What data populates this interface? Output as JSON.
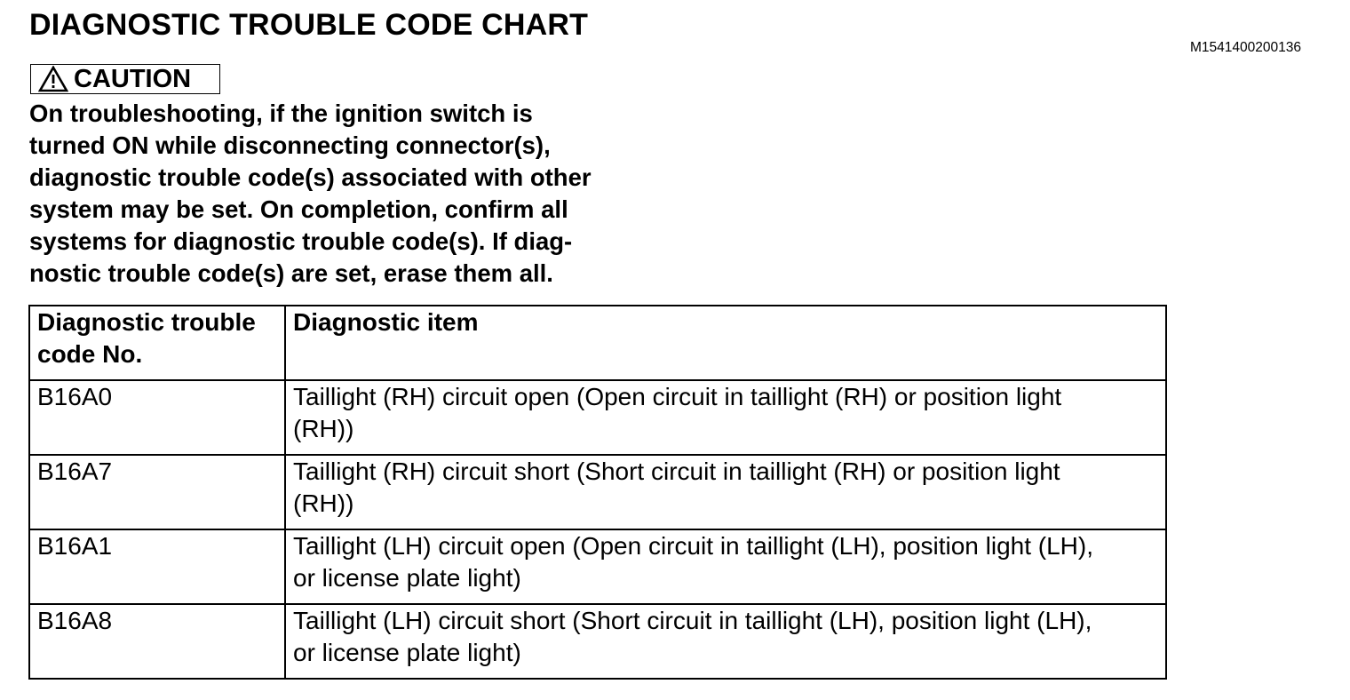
{
  "header": {
    "title": "DIAGNOSTIC TROUBLE CODE CHART",
    "doc_id": "M1541400200136"
  },
  "caution": {
    "label": "CAUTION",
    "icon": "warning-triangle-icon",
    "lines": [
      "On troubleshooting, if the ignition switch is",
      "turned ON while disconnecting connector(s),",
      "diagnostic trouble code(s) associated with other",
      "system may be set. On completion, confirm all",
      "systems for diagnostic trouble code(s). If diag-",
      "nostic trouble code(s) are set, erase them all."
    ]
  },
  "table": {
    "headers": {
      "code_line1": "Diagnostic trouble",
      "code_line2": "code No.",
      "item": "Diagnostic item"
    },
    "rows": [
      {
        "code": "B16A0",
        "item_line1": "Taillight (RH) circuit open (Open circuit in taillight (RH) or position light",
        "item_line2": "(RH))"
      },
      {
        "code": "B16A7",
        "item_line1": "Taillight (RH) circuit short (Short circuit in taillight (RH) or position light",
        "item_line2": "(RH))"
      },
      {
        "code": "B16A1",
        "item_line1": "Taillight (LH) circuit open (Open circuit in taillight (LH), position light (LH),",
        "item_line2": "or license plate light)"
      },
      {
        "code": "B16A8",
        "item_line1": "Taillight (LH) circuit short (Short circuit in taillight (LH), position light (LH),",
        "item_line2": "or license plate light)"
      }
    ]
  }
}
